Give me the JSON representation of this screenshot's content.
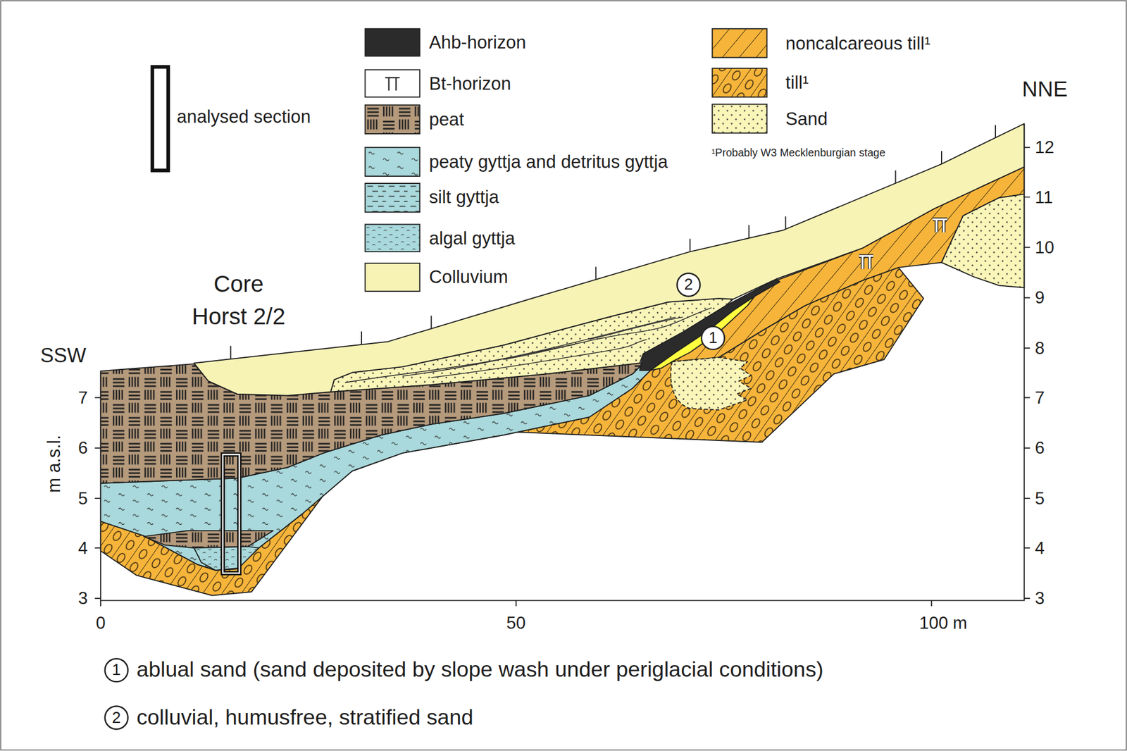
{
  "diagram": {
    "nodes": [
      {
        "text": [
          "2"
        ]
      },
      {
        "text": [
          "1"
        ]
      },
      {
        "text": [
          "1"
        ]
      },
      {
        "text": [
          "2"
        ]
      }
    ],
    "labels": [
      "Core Horst 2/2",
      "SSW",
      "NNE",
      "m a.s.l.",
      "7",
      "6",
      "5",
      "4",
      "3",
      "12",
      "11",
      "10",
      "9",
      "8",
      "7",
      "6",
      "5",
      "4",
      "3",
      "0",
      "50",
      "100 m",
      "¹Probably W3 Mecklenburgian stage",
      "ablual sand (sand deposited by slope wash under periglacial conditions)",
      "colluvial, humusfree, stratified sand"
    ],
    "legend": [
      {
        "text": "analysed section"
      },
      {
        "text": "Ahb-horizon",
        "color": "#2b2b2b"
      },
      {
        "text": "Bt-horizon"
      },
      {
        "text": "peat"
      },
      {
        "text": "peaty gyttja and detritus gyttja"
      },
      {
        "text": "silt gyttja"
      },
      {
        "text": "algal gyttja"
      },
      {
        "text": "Colluvium",
        "color": "#f7f3b5"
      },
      {
        "text": "noncalcareous till¹"
      },
      {
        "text": "till¹"
      },
      {
        "text": "Sand"
      }
    ]
  }
}
